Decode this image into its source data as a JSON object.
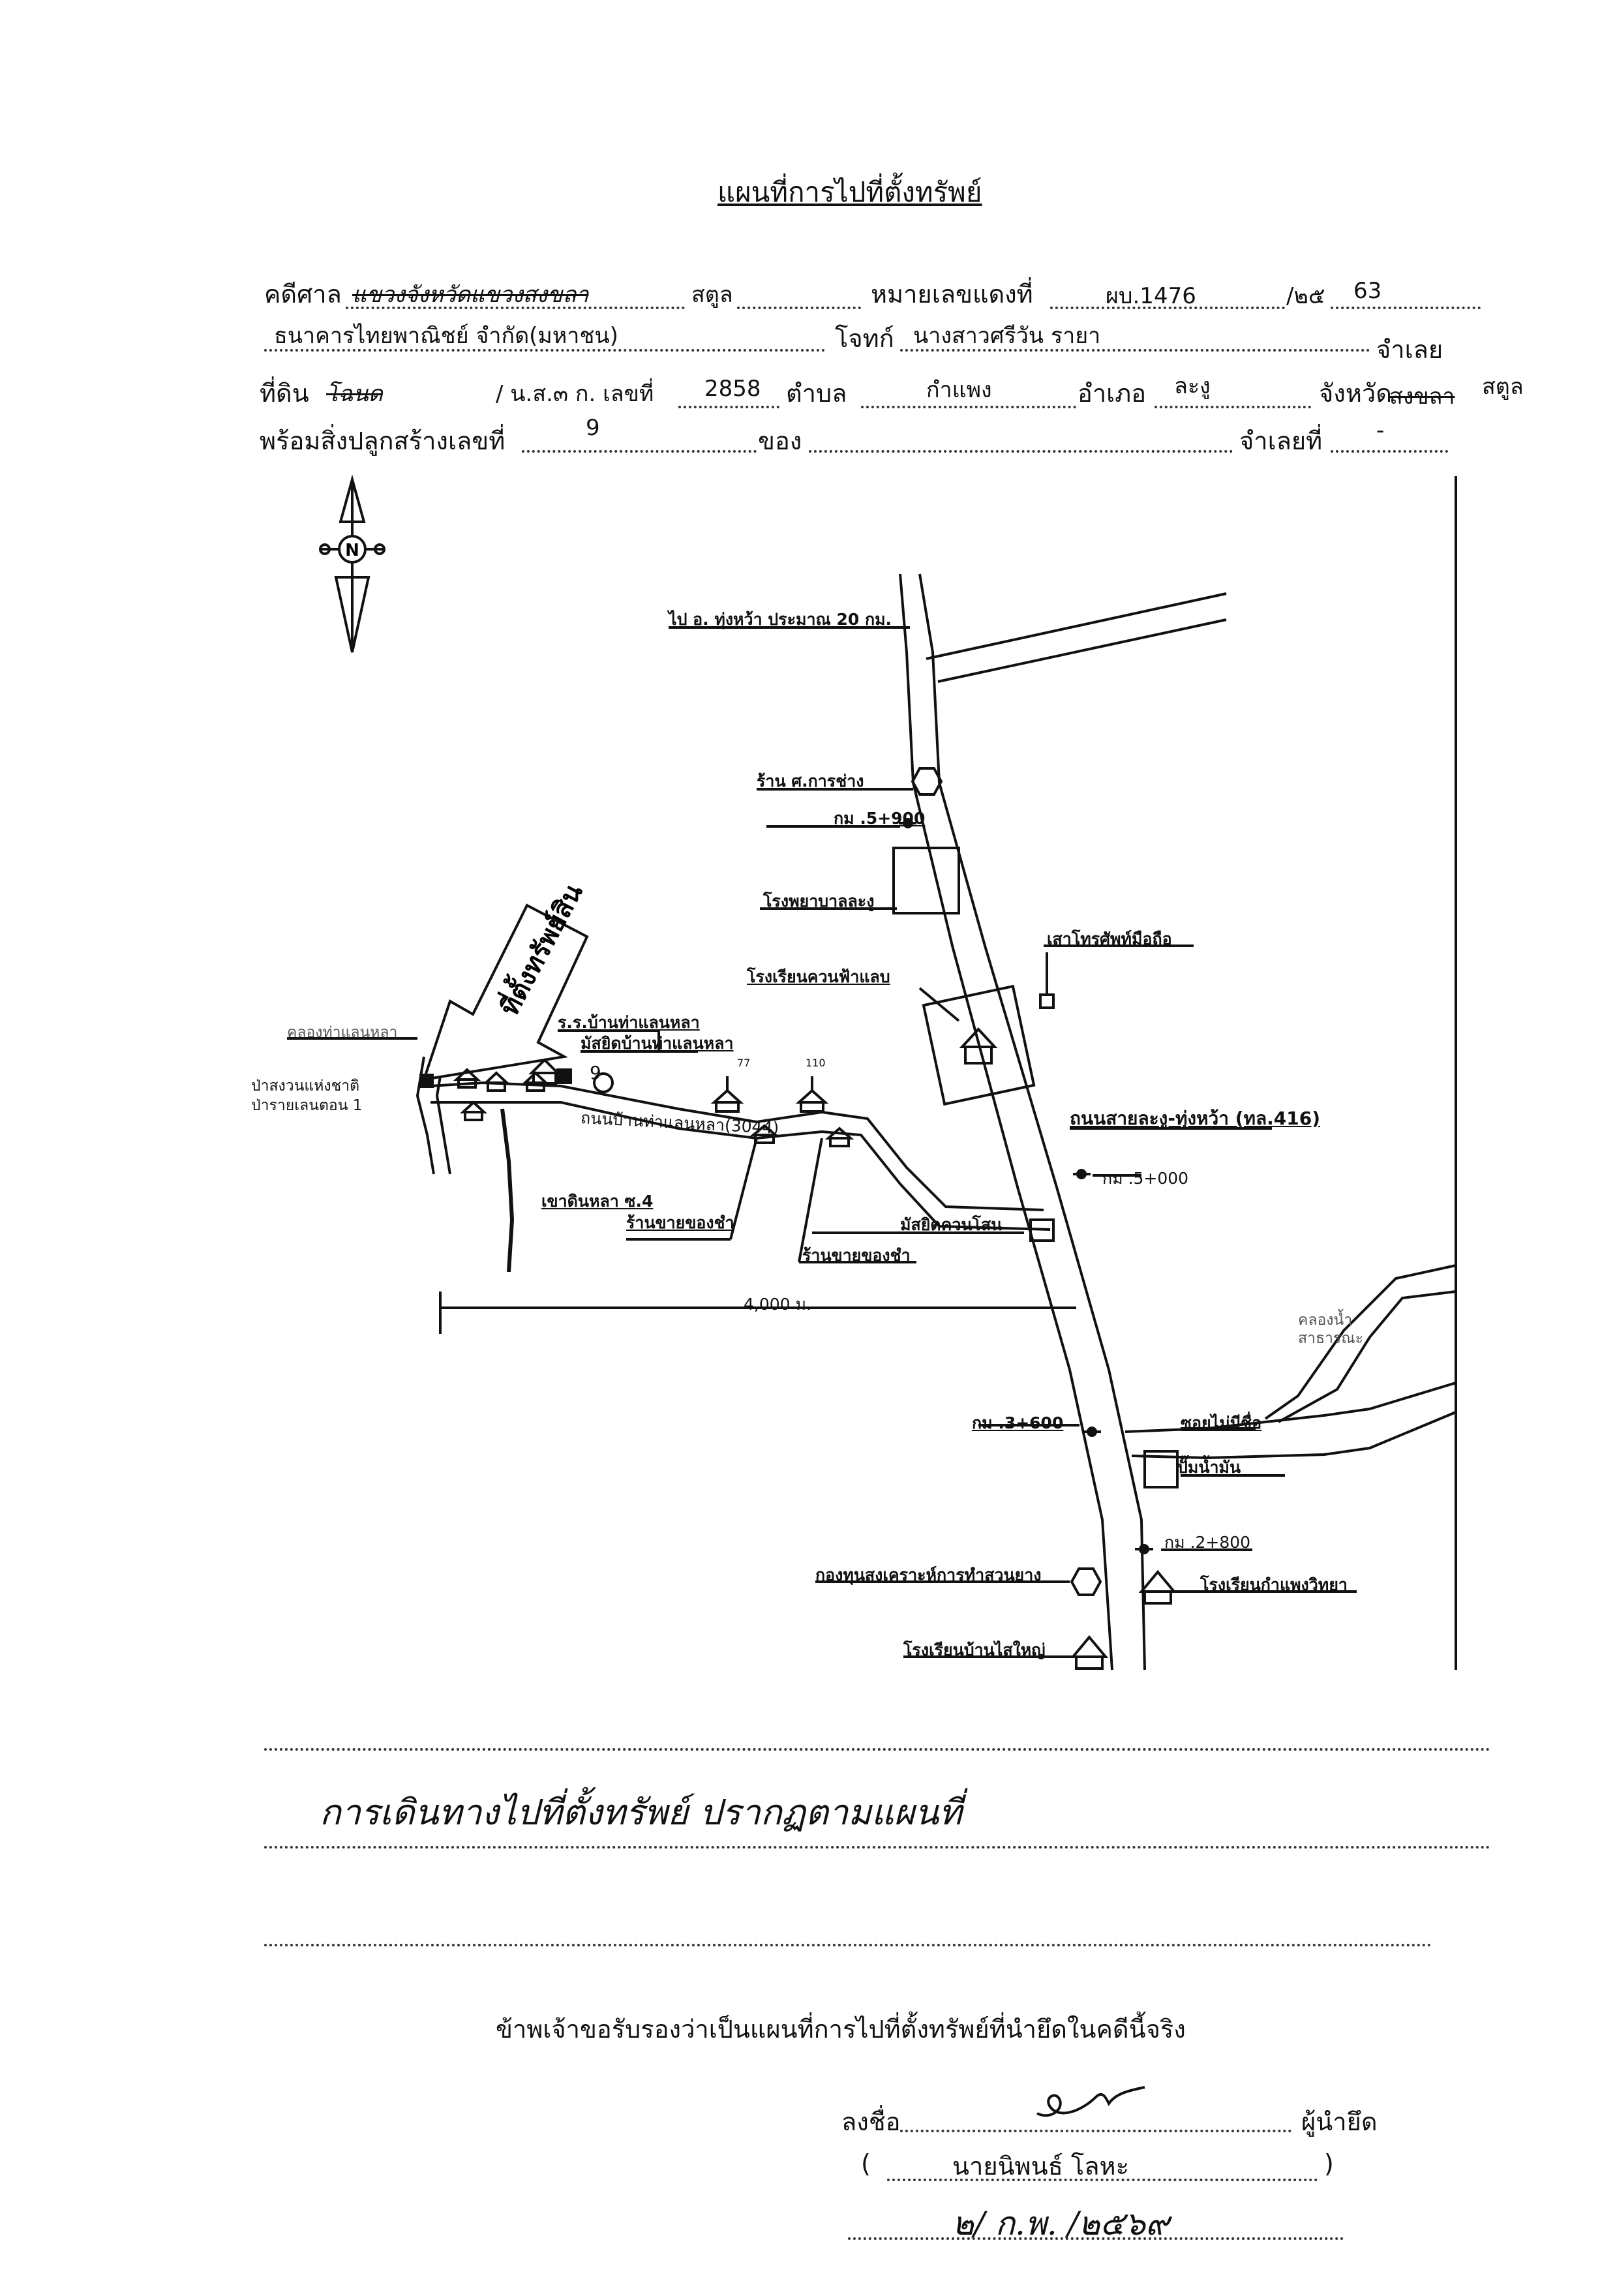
{
  "document": {
    "title": "แผนที่การไปที่ตั้งทรัพย์",
    "line1": {
      "label_case": "คดีศาล",
      "court_struck": "แขวงจังหวัดแขวงสงขลา",
      "court_province": "สตูล",
      "label_red_no": "หมายเลขแดงที่",
      "red_no": "ผบ.1476",
      "year_prefix": "/๒๕",
      "year": "63"
    },
    "line2": {
      "plaintiff": "ธนาคารไทยพาณิชย์ จำกัด(มหาชน)",
      "label_plaintiff": "โจทก์",
      "defendant": "นางสาวศรีวัน รายา",
      "label_defendant": "จำเลย"
    },
    "line3": {
      "label_land": "ที่ดิน",
      "land_struck": "โฉนด",
      "doc_type": "/ น.ส.๓ ก. เลขที่",
      "doc_no": "2858",
      "label_subdistrict": "ตำบล",
      "subdistrict": "กำแพง",
      "label_district": "อำเภอ",
      "district": "ละงู",
      "label_province": "จังหวัด",
      "province_struck": "สงขลา",
      "province": "สตูล"
    },
    "line4": {
      "label_building": "พร้อมสิ่งปลูกสร้างเลขที่",
      "building_no": "9",
      "label_of": "ของ",
      "label_defendant_no": "จำเลยที่",
      "defendant_no": "-"
    },
    "footer": {
      "remark_handwritten": "การเดินทางไปที่ตั้งทรัพย์ ปรากฏตามแผนที่",
      "certify": "ข้าพเจ้าขอรับรองว่าเป็นแผนที่การไปที่ตั้งทรัพย์ที่นำยึดในคดีนี้จริง",
      "label_sign": "ลงชื่อ",
      "label_seizer": "ผู้นำยึด",
      "paren_open": "(",
      "signer_name": "นายนิพนธ์ โลหะ",
      "paren_close": ")",
      "date": "๒/ ก.พ. /๒๕๖๙"
    }
  },
  "map": {
    "compass_letter": "N",
    "property_arrow_label": "ที่ตั้งทรัพย์สิน",
    "labels": {
      "to_thungwa": "ไป อ. ทุ่งหว้า ประมาณ 20 กม.",
      "shop_kor": "ร้าน ศ.การช่าง",
      "km_5900": "กม .5+900",
      "hospital": "โรงพยาบาลละงู",
      "mobile_tower": "เสาโทรศัพท์มือถือ",
      "school_khuan_fa_laep": "โรงเรียนควนฟ้าแลบ",
      "school_ban_tha_laen_la": "ร.ร.บ้านท่าแลนหลา",
      "mosque_ban_tha_laen_la": "มัสยิดบ้านท่าแลนหลา",
      "canal": "คลองท่าแลนหลา",
      "forest": "ป่าสงวนแห่งชาติ\nป่ารายเลนตอน 1",
      "house_no": "9",
      "h1": "77",
      "h2": "110",
      "road_tha_laen_la": "ถนนบ้านท่าแลนหลา(3044)",
      "road_main": "ถนนสายละงู-ทุ่งหว้า (ทล.416)",
      "km_5000": "กม .5+000",
      "khao_din_la": "เขาดินหลา ซ.4",
      "grocery1": "ร้านขายของชำ",
      "grocery2": "ร้านขายของชำ",
      "mosque_khuan_sano": "มัสยิดควนโสน",
      "distance": "4,000 ม.",
      "stream": "คลองน้ำ\nสาธารณะ",
      "km_3600": "กม .3+600",
      "soi_no_name": "ซอยไม่มีชื่อ",
      "gas_station": "ปั๊มน้ำมัน",
      "km_2800": "กม .2+800",
      "rubber_fund": "กองทุนสงเคราะห์การทำสวนยาง",
      "school_kamphaeng": "โรงเรียนกำแพงวิทยา",
      "school_ban_sai_yai": "โรงเรียนบ้านไสใหญ่"
    }
  },
  "colors": {
    "ink": "#111111",
    "paper": "#ffffff"
  }
}
